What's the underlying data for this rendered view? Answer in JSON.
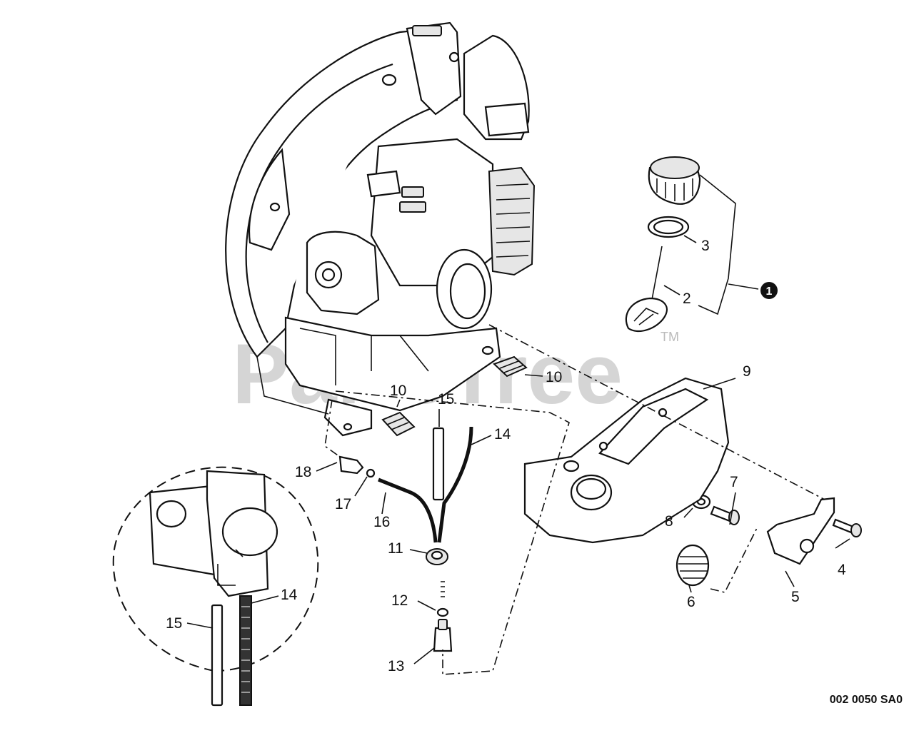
{
  "diagram": {
    "watermark": "PartsTree",
    "watermark_tm": "TM",
    "code": "002 0050 SA0",
    "callouts": {
      "c1": "1",
      "c2": "2",
      "c3": "3",
      "c4": "4",
      "c5": "5",
      "c6": "6",
      "c7": "7",
      "c8": "8",
      "c9": "9",
      "c10a": "10",
      "c10b": "10",
      "c11": "11",
      "c12": "12",
      "c13": "13",
      "c14a": "14",
      "c14b": "14",
      "c15a": "15",
      "c15b": "15",
      "c16": "16",
      "c17": "17",
      "c18": "18"
    }
  }
}
